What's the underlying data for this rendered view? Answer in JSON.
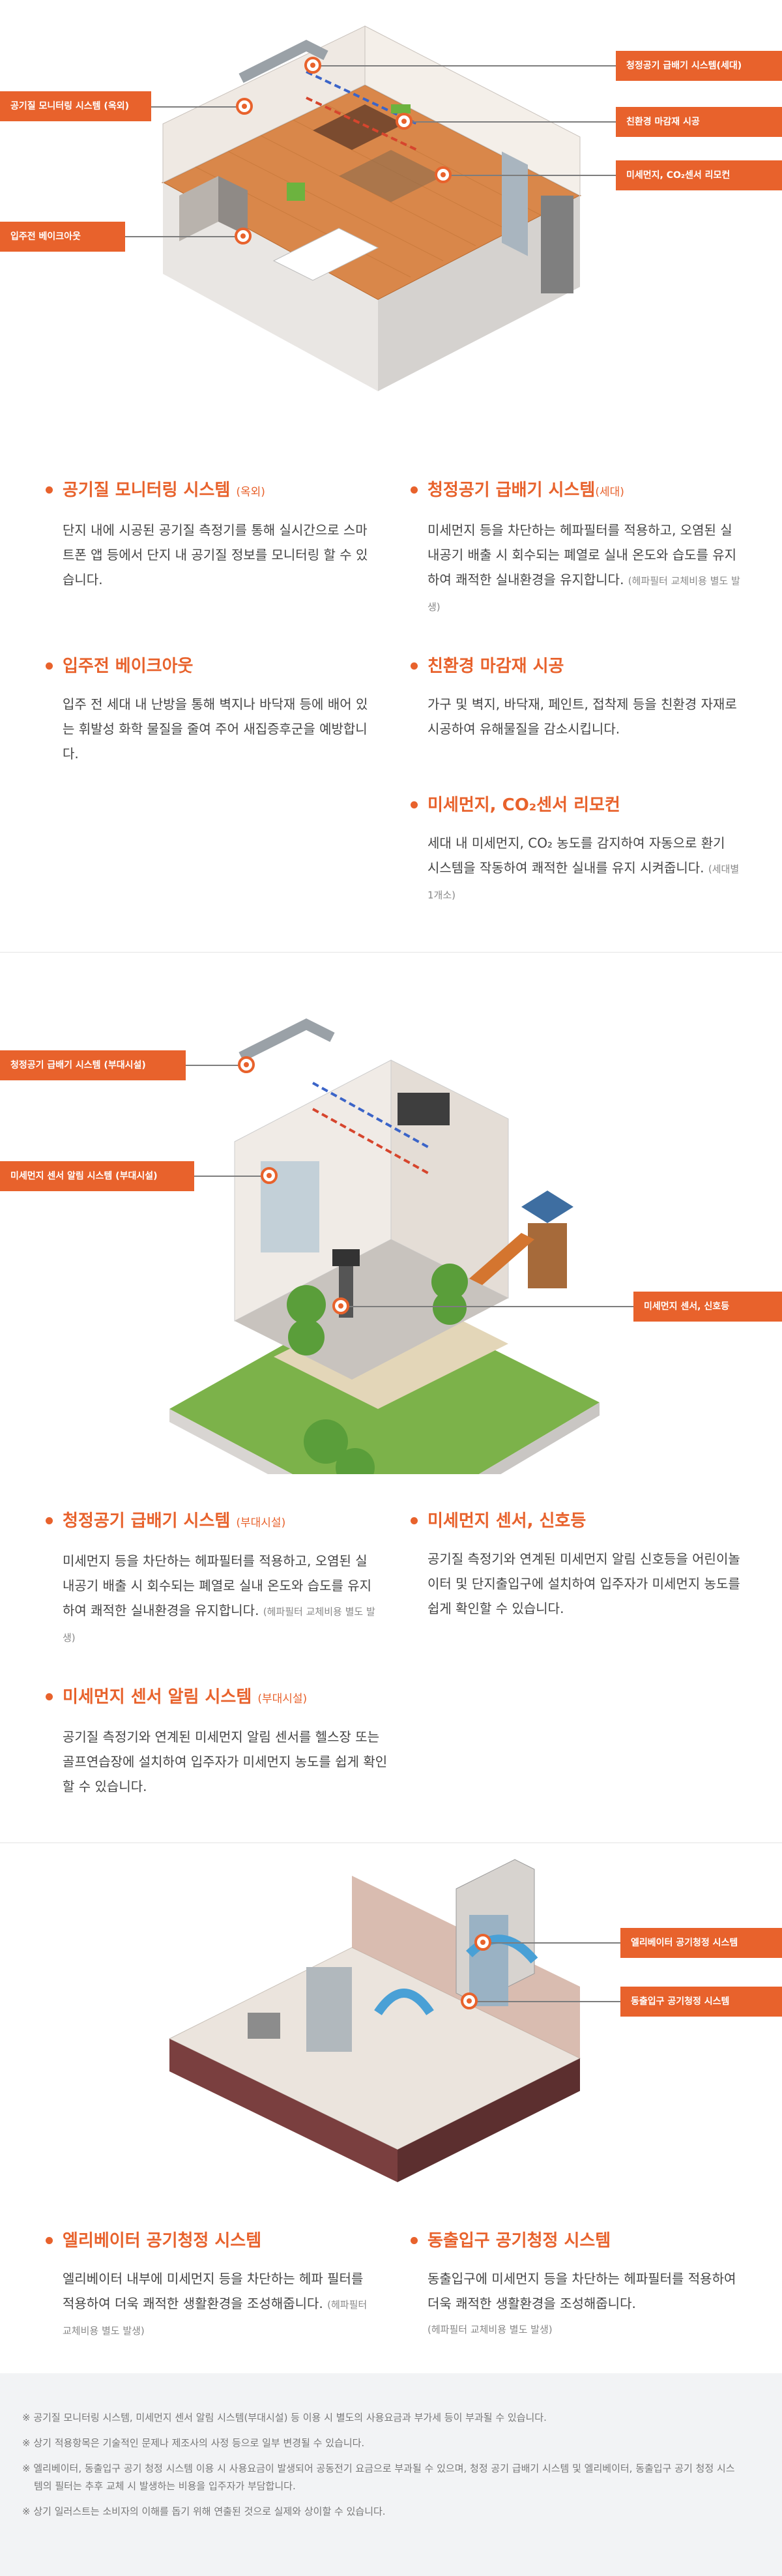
{
  "section1": {
    "callouts": [
      {
        "label": "공기질 모니터링 시스템 (옥외)"
      },
      {
        "label": "청정공기 급배기 시스템(세대)"
      },
      {
        "label": "친환경 마감재 시공"
      },
      {
        "label": "미세먼지, CO₂센서 리모컨"
      },
      {
        "label": "입주전 베이크아웃"
      }
    ],
    "features": [
      {
        "title": "공기질 모니터링 시스템",
        "suffix": "(옥외)",
        "desc": "단지 내에 시공된 공기질 측정기를 통해 실시간으로 스마트폰 앱 등에서 단지 내 공기질 정보를 모니터링 할 수 있습니다.",
        "note": ""
      },
      {
        "title": "청정공기 급배기 시스템",
        "suffix": "(세대)",
        "desc": "미세먼지 등을 차단하는 헤파필터를 적용하고, 오염된 실내공기 배출 시 회수되는 폐열로 실내 온도와 습도를 유지하여 쾌적한 실내환경을 유지합니다.",
        "note": "(헤파필터 교체비용 별도 발생)"
      },
      {
        "title": "입주전 베이크아웃",
        "suffix": "",
        "desc": "입주 전 세대 내 난방을 통해 벽지나 바닥재 등에 배어 있는 휘발성 화학 물질을 줄여 주어 새집증후군을 예방합니다.",
        "note": ""
      },
      {
        "title": "친환경 마감재 시공",
        "suffix": "",
        "desc": "가구 및 벽지, 바닥재, 페인트, 접착제 등을 친환경 자재로 시공하여 유해물질을 감소시킵니다.",
        "note": ""
      },
      {
        "title": "미세먼지, CO₂센서 리모컨",
        "suffix": "",
        "desc": "세대 내 미세먼지, CO₂ 농도를 감지하여 자동으로 환기 시스템을 작동하여 쾌적한 실내를 유지 시켜줍니다.",
        "note": "(세대별 1개소)"
      }
    ]
  },
  "section2": {
    "callouts": [
      {
        "label": "청정공기 급배기 시스템 (부대시설)"
      },
      {
        "label": "미세먼지 센서 알림 시스템 (부대시설)"
      },
      {
        "label": "미세먼지 센서, 신호등"
      }
    ],
    "features": [
      {
        "title": "청정공기 급배기 시스템",
        "suffix": "(부대시설)",
        "desc": "미세먼지 등을 차단하는 헤파필터를 적용하고, 오염된 실내공기 배출 시 회수되는 폐열로 실내 온도와 습도를 유지하여 쾌적한 실내환경을 유지합니다.",
        "note": "(헤파필터 교체비용 별도 발생)"
      },
      {
        "title": "미세먼지 센서, 신호등",
        "suffix": "",
        "desc": "공기질 측정기와 연계된 미세먼지 알림 신호등을 어린이놀이터 및 단지출입구에 설치하여 입주자가 미세먼지 농도를 쉽게 확인할 수 있습니다.",
        "note": ""
      },
      {
        "title": "미세먼지 센서 알림 시스템",
        "suffix": "(부대시설)",
        "desc": "공기질 측정기와 연계된 미세먼지 알림 센서를 헬스장 또는 골프연습장에 설치하여 입주자가 미세먼지 농도를 쉽게 확인할 수 있습니다.",
        "note": ""
      }
    ]
  },
  "section3": {
    "callouts": [
      {
        "label": "엘리베이터 공기청정 시스템"
      },
      {
        "label": "동출입구 공기청정 시스템"
      }
    ],
    "features": [
      {
        "title": "엘리베이터 공기청정 시스템",
        "suffix": "",
        "desc": "엘리베이터 내부에 미세먼지 등을 차단하는 헤파 필터를 적용하여 더욱 쾌적한 생활환경을 조성해줍니다.",
        "note": "(헤파필터 교체비용 별도 발생)"
      },
      {
        "title": "동출입구 공기청정 시스템",
        "suffix": "",
        "desc": "동출입구에 미세먼지 등을 차단하는 헤파필터를 적용하여 더욱 쾌적한 생활환경을 조성해줍니다.",
        "note": "(헤파필터 교체비용 별도 발생)"
      }
    ]
  },
  "notes": [
    "※ 공기질 모니터링 시스템, 미세먼지 센서 알림 시스템(부대시설) 등 이용 시 별도의 사용요금과 부가세 등이 부과될 수 있습니다.",
    "※ 상기 적용항목은 기술적인 문제나 제조사의 사정 등으로 일부 변경될 수 있습니다.",
    "※ 엘리베이터, 동출입구 공기 청정 시스템 이용 시 사용요금이 발생되어 공동전기 요금으로 부과될 수 있으며, 청정 공기 급배기 시스템 및 엘리베이터, 동출입구 공기 청정 시스템의 필터는 추후 교체 시 발생하는 비용을 입주자가 부담합니다.",
    "※ 상기 일러스트는 소비자의 이해를 돕기 위해 연출된 것으로 실제와 상이할 수 있습니다."
  ],
  "colors": {
    "accent": "#e8622c",
    "grass": "#7cb24a",
    "floor": "#d9874a"
  }
}
